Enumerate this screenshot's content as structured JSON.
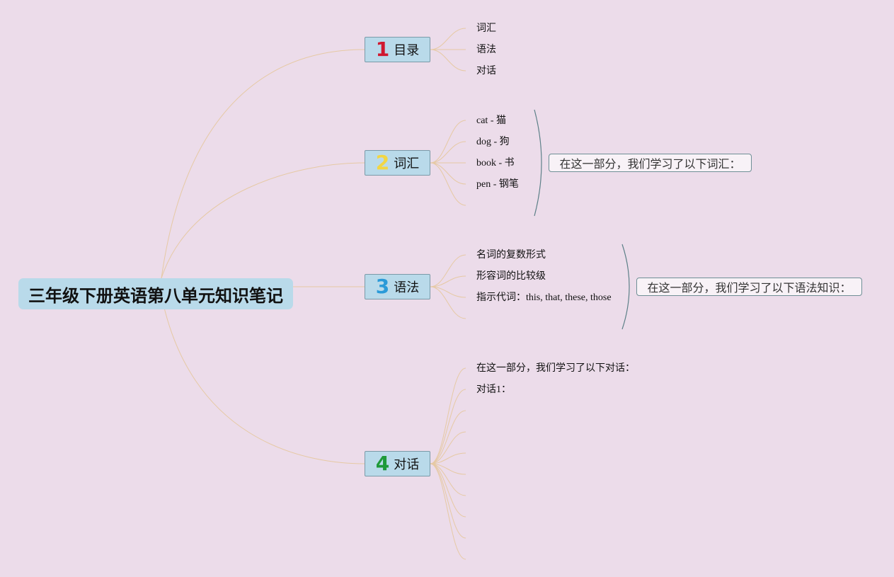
{
  "root": {
    "title": "三年级下册英语第八单元知识笔记"
  },
  "branches": [
    {
      "num": "1",
      "num_color": "#d0182f",
      "label": "目录",
      "leaves": [
        "词汇",
        "语法",
        "对话"
      ]
    },
    {
      "num": "2",
      "num_color": "#f2d644",
      "label": "词汇",
      "leaves": [
        "cat - 猫",
        "dog - 狗",
        "book - 书",
        "pen - 钢笔"
      ],
      "summary": "在这一部分，我们学习了以下词汇："
    },
    {
      "num": "3",
      "num_color": "#2a9ad8",
      "label": "语法",
      "leaves": [
        "名词的复数形式",
        "形容词的比较级",
        "指示代词：this, that, these, those"
      ],
      "summary": "在这一部分，我们学习了以下语法知识："
    },
    {
      "num": "4",
      "num_color": "#1f9a3a",
      "label": "对话",
      "leaves": [
        "在这一部分，我们学习了以下对话：",
        "对话1："
      ]
    }
  ],
  "colors": {
    "background": "#ecdcea",
    "node_fill": "#b9daea",
    "connector": "#e6c9a4",
    "bracket": "#5d8088"
  }
}
